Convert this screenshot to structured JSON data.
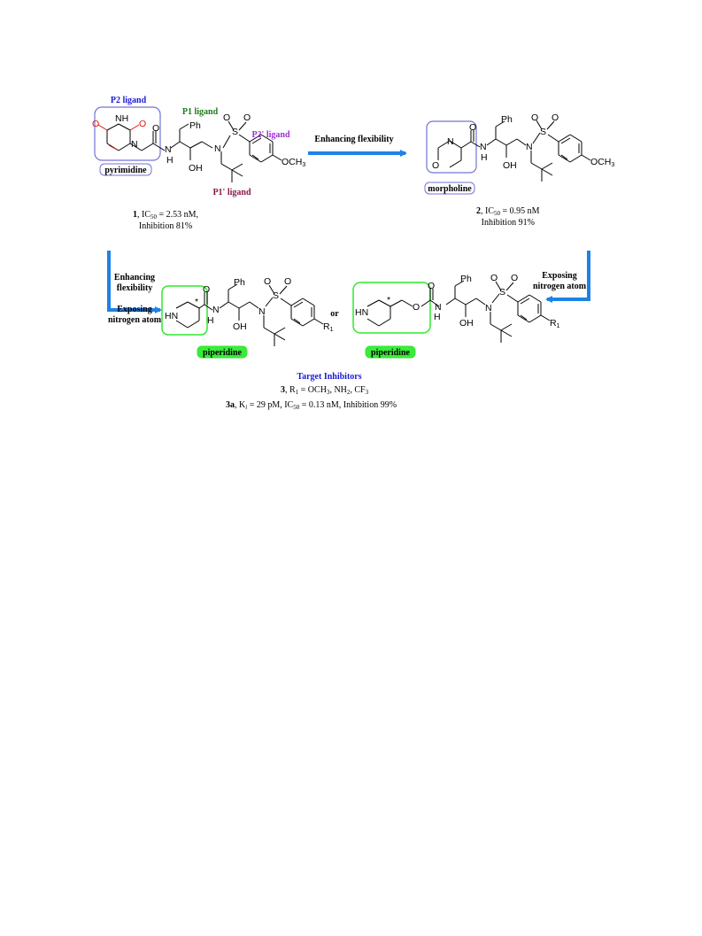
{
  "labels": {
    "p2": "P2 ligand",
    "p1": "P1 ligand",
    "p2prime": "P2' ligand",
    "p1prime": "P1' ligand",
    "pyrimidine": "pyrimidine",
    "morpholine": "morpholine",
    "piperidine": "piperidine",
    "enhancing_flexibility": "Enhancing flexibility",
    "enhancing": "Enhancing",
    "flexibility": "flexibility",
    "exposing": "Exposing",
    "nitrogen_atom": "nitrogen atom",
    "or": "or",
    "target_inhibitors": "Target Inhibitors"
  },
  "atoms": {
    "ph": "Ph",
    "oh": "OH",
    "n": "N",
    "nh": "NH",
    "hn": "HN",
    "h": "H",
    "o": "O",
    "s": "S",
    "och3": "OCH",
    "three": "3",
    "r": "R",
    "one": "1",
    "star": "*"
  },
  "compounds": {
    "c1": {
      "id": "1",
      "line1": ", IC",
      "sub": "50",
      "line1b": " = 2.53 nM,",
      "line2": "Inhibition 81%"
    },
    "c2": {
      "id": "2",
      "line1": ", IC",
      "sub": "50",
      "line1b": " = 0.95 nM",
      "line2": "Inhibition 91%"
    },
    "c3": {
      "id": "3",
      "text": ", R",
      "sub1": "1",
      "text2": " = OCH",
      "sub2": "3",
      "text3": ", NH",
      "sub3": "2",
      "text4": ", CF",
      "sub4": "3"
    },
    "c3a": {
      "id": "3a",
      "t1": ", K",
      "sub_i": "i",
      "t2": " = 29 pM, IC",
      "sub50": "50",
      "t3": " = 0.13 nM, Inhibition 99%"
    }
  },
  "colors": {
    "blue_label": "#1a1ad4",
    "green_label": "#1e7a1e",
    "purple_label": "#9b30d9",
    "maroon_label": "#8a1a4a",
    "box_blue": "#7373d9",
    "box_green": "#2ee82e",
    "arrow": "#1e82e6",
    "red_atom": "#e01010"
  }
}
